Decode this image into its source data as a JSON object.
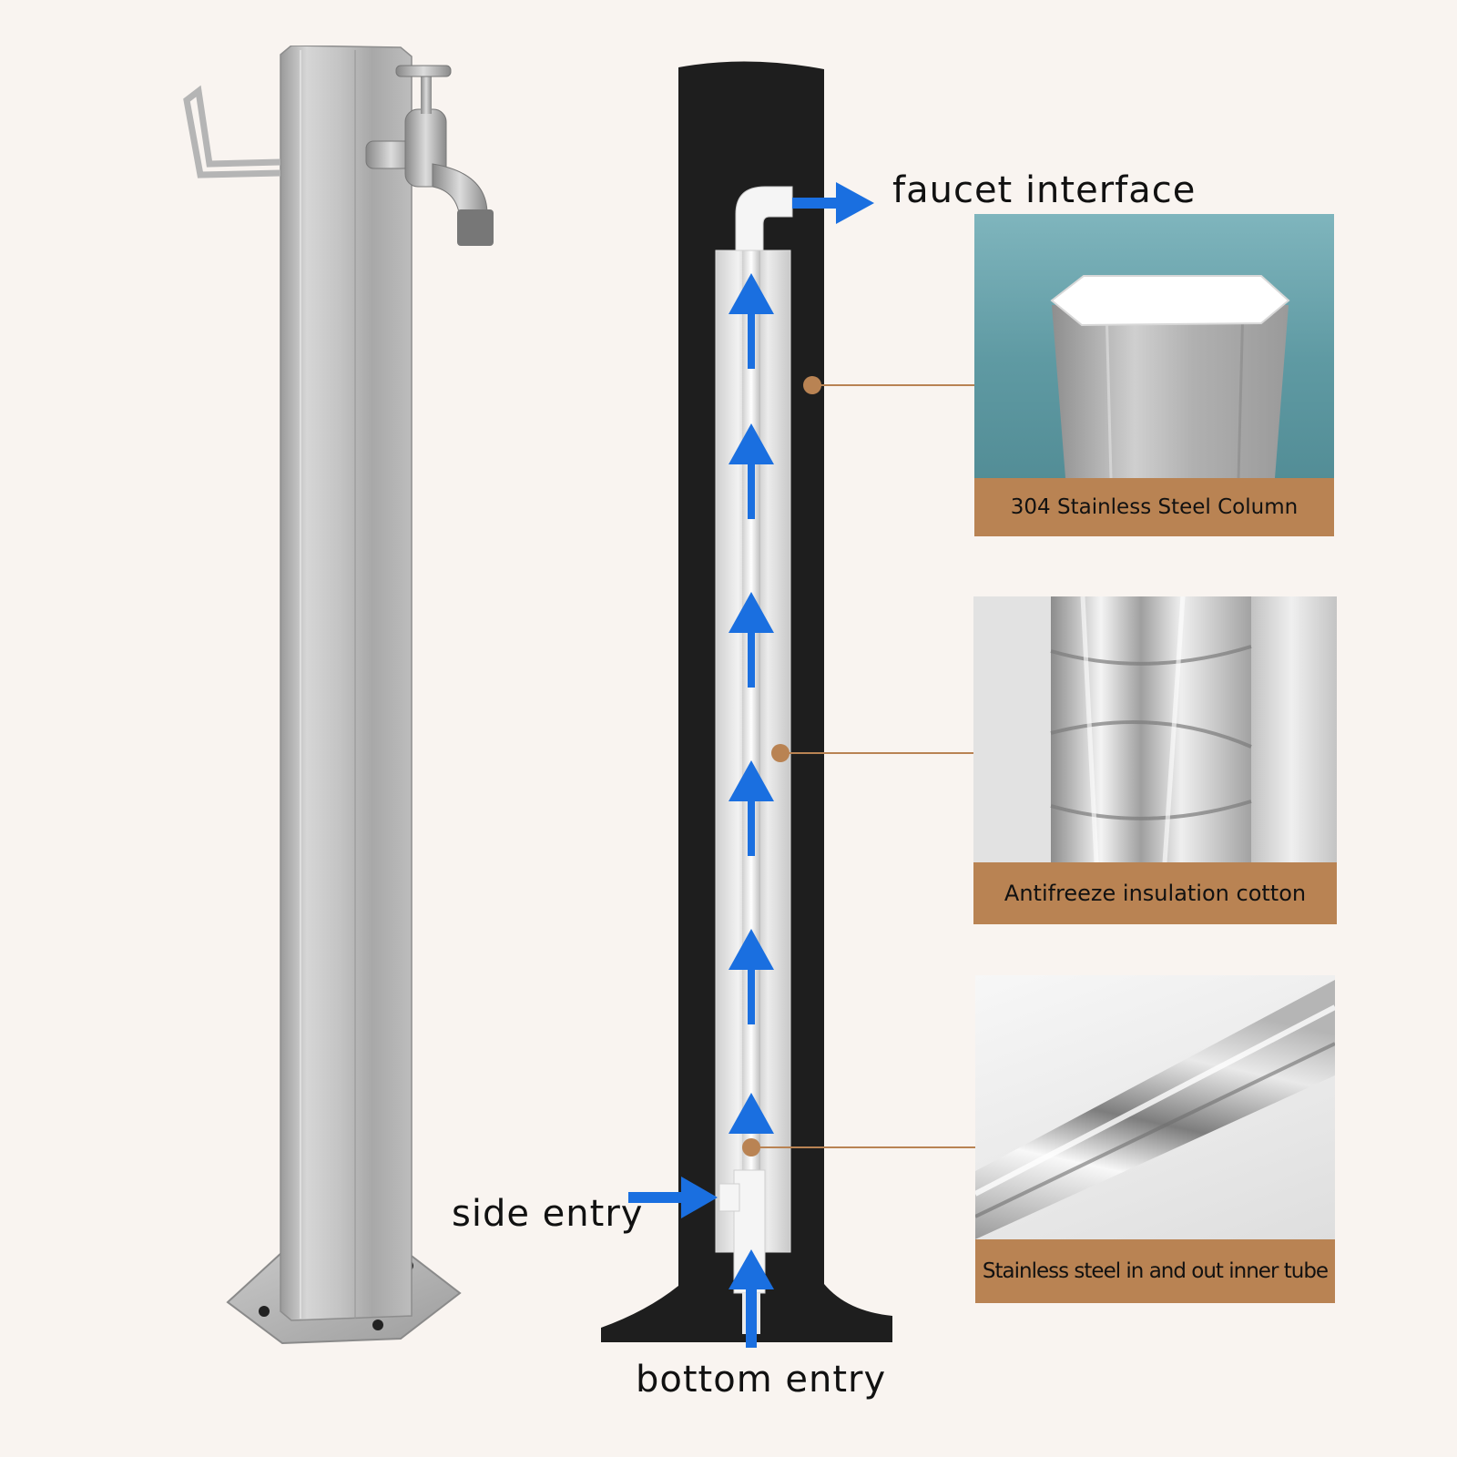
{
  "labels": {
    "faucet_interface": "faucet interface",
    "side_entry": "side entry",
    "bottom_entry": "bottom entry"
  },
  "panels": [
    {
      "caption": "304 Stainless Steel Column"
    },
    {
      "caption": "Antifreeze insulation cotton"
    },
    {
      "caption": "Stainless steel in and out inner tube"
    }
  ],
  "colors": {
    "background": "#f9f4f0",
    "arrow_blue": "#1a6fe0",
    "caption_bar": "#b98353",
    "callout_dot": "#b98353",
    "column_body": "#1e1e1e"
  }
}
